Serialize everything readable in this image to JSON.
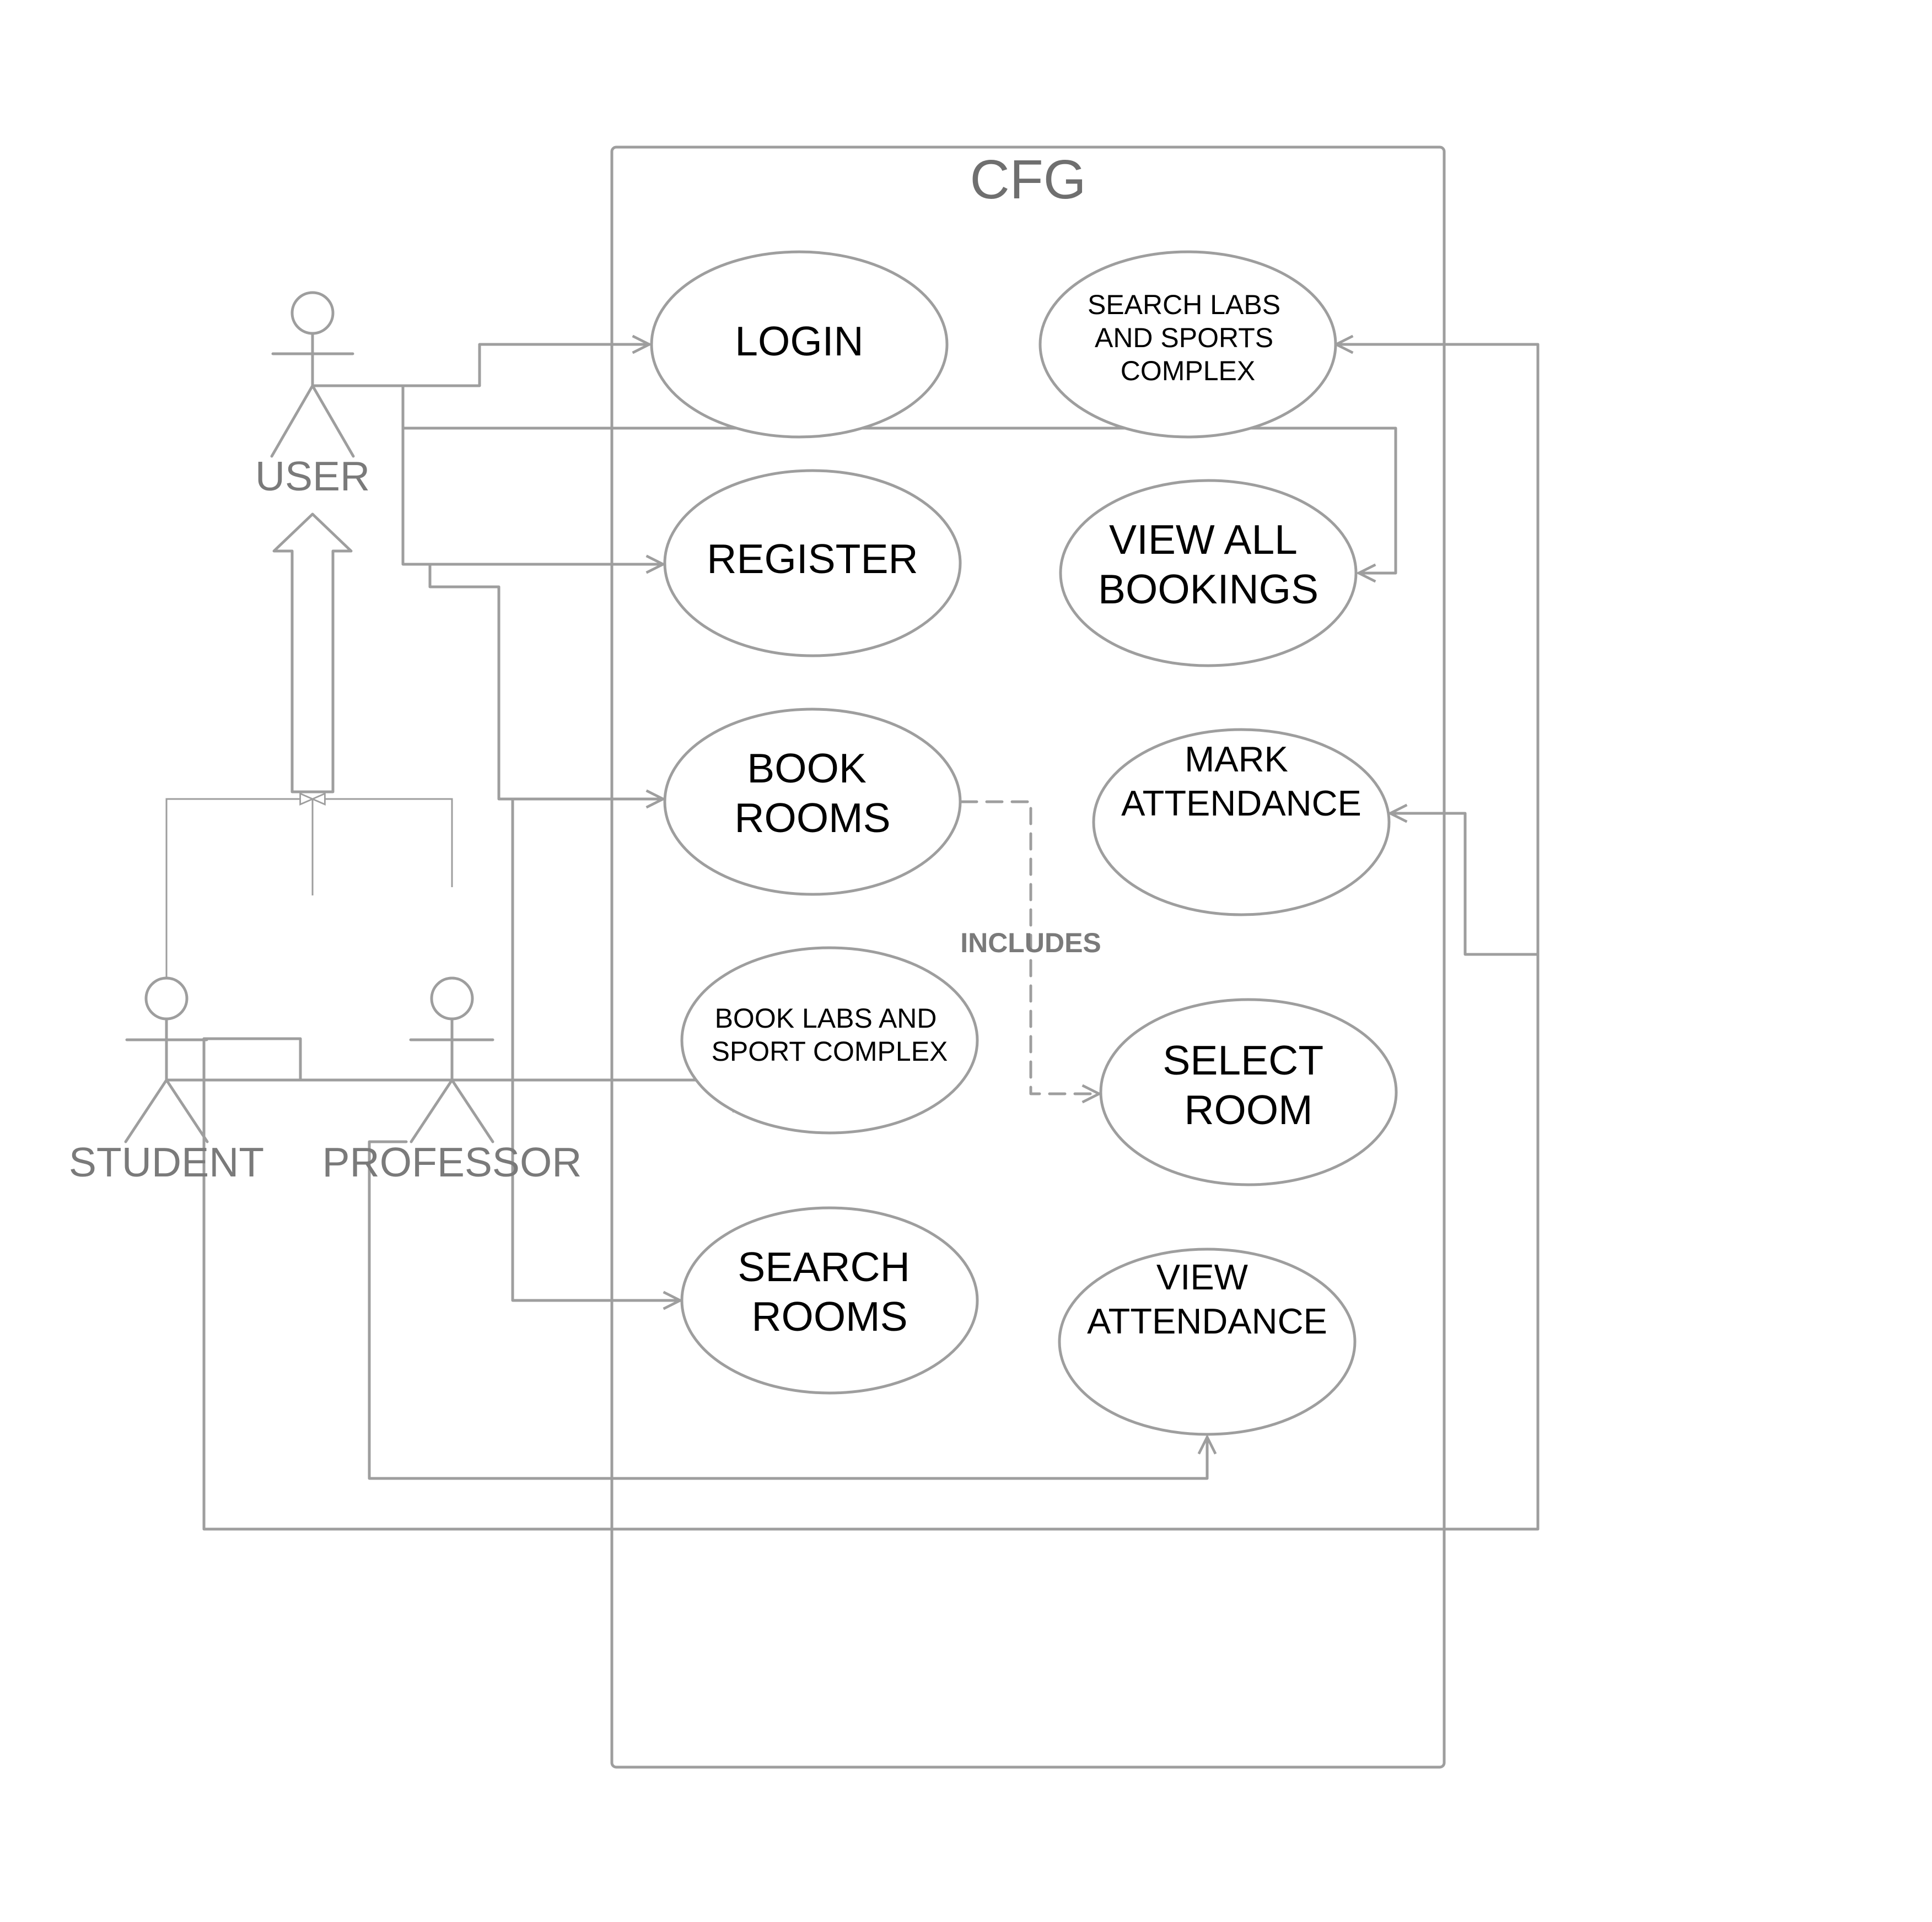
{
  "system": {
    "title": "CFG"
  },
  "actors": {
    "user": "USER",
    "student": "STUDENT",
    "professor": "PROFESSOR"
  },
  "use_cases": {
    "login": [
      "LOGIN"
    ],
    "register": [
      "REGISTER"
    ],
    "book_rooms": [
      "BOOK",
      "ROOMS"
    ],
    "book_labs": [
      "BOOK LABS AND",
      "SPORT COMPLEX"
    ],
    "search_rooms": [
      "SEARCH",
      "ROOMS"
    ],
    "search_labs": [
      "SEARCH LABS",
      "AND SPORTS",
      "COMPLEX"
    ],
    "view_all_bookings": [
      "VIEW ALL",
      "BOOKINGS"
    ],
    "mark_attendance": [
      "MARK",
      "ATTENDANCE"
    ],
    "select_room": [
      "SELECT",
      "ROOM"
    ],
    "view_attendance": [
      "VIEW",
      "ATTENDANCE"
    ]
  },
  "relations": {
    "includes_label": "INCLUDES"
  },
  "colors": {
    "stroke": "#9e9e9e",
    "label": "#7a7a7a",
    "text": "#000000"
  }
}
